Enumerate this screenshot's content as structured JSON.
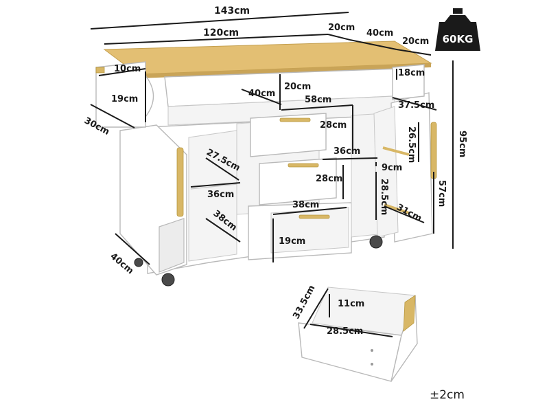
{
  "dimensions": {
    "total_length": "143cm",
    "top_length": "120cm",
    "overhang_left": "20cm",
    "depth_top": "40cm",
    "overhang_right": "20cm",
    "weight_capacity": "60KG",
    "rack_width": "10cm",
    "rack_height": "19cm",
    "rack_depth": "30cm",
    "shelf_depth": "40cm",
    "shelf_height": "20cm",
    "inner_width": "58cm",
    "side_shelf": "18cm",
    "door_width": "37.5cm",
    "drawer_height_top": "28cm",
    "total_height": "95cm",
    "door_shelf_height": "26.5cm",
    "drawer_width_mid": "36cm",
    "left_shelf_depth": "27.5cm",
    "left_shelf_width": "36cm",
    "drawer_height_mid": "28cm",
    "gap_9": "9cm",
    "right_compartment": "28.5cm",
    "cabinet_height": "57cm",
    "drawer_width_bottom": "38cm",
    "right_door_depth": "31cm",
    "left_lower_depth": "38cm",
    "drawer_height_bottom": "19cm",
    "side_depth": "40cm",
    "drawer_detail_depth": "33.5cm",
    "drawer_detail_height": "11cm",
    "drawer_detail_width": "28.5cm",
    "tolerance": "±2cm"
  },
  "colors": {
    "line": "#1a1a1a",
    "wood_top": "#e3bf73",
    "handle_gold": "#d8b766",
    "weight_icon": "#1a1a1a"
  },
  "icons": {
    "weight": "kettlebell-weight-icon"
  }
}
